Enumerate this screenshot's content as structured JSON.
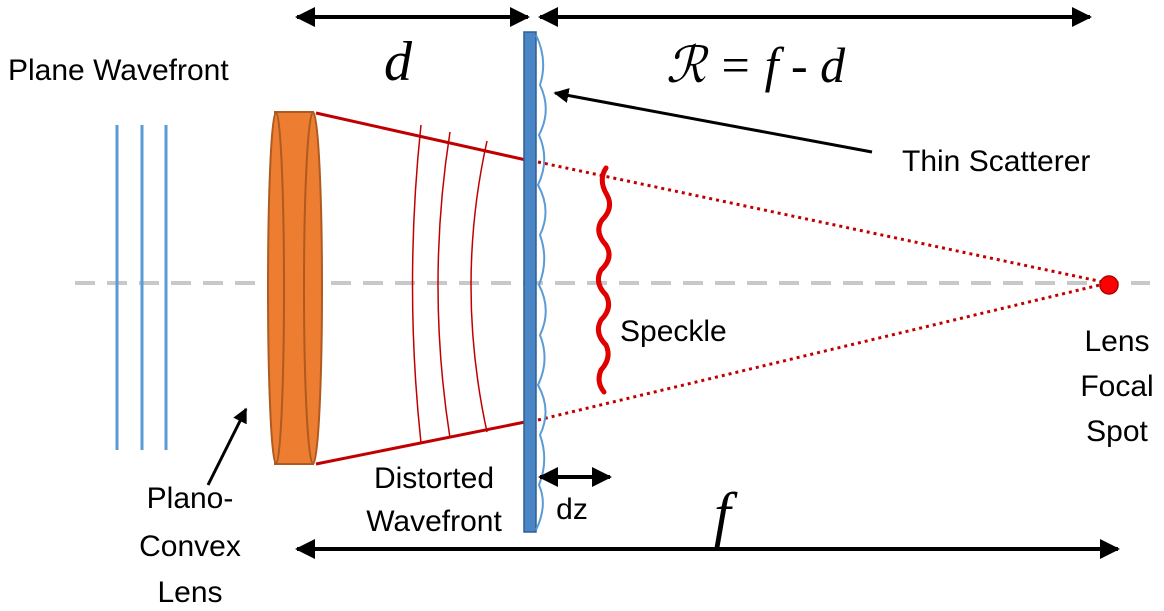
{
  "labels": {
    "plane_wavefront": "Plane Wavefront",
    "d": "d",
    "r_eq": "ℛ = f - d",
    "thin_scatterer": "Thin Scatterer",
    "speckle": "Speckle",
    "lens_focal_1": "Lens",
    "lens_focal_2": "Focal",
    "lens_focal_3": "Spot",
    "plano_1": "Plano-",
    "plano_2": "Convex",
    "plano_3": "Lens",
    "distorted_1": "Distorted",
    "distorted_2": "Wavefront",
    "dz": "dz",
    "f": "f"
  },
  "colors": {
    "lens_fill": "#ED7D31",
    "lens_stroke": "#AE5A21",
    "beam": "#C00000",
    "wavefront": "#5B9BD5",
    "scatterer": "#4A86C5",
    "speckle": "#E00000",
    "axis": "#C8C8C8",
    "focal_dot": "#FF0000"
  }
}
